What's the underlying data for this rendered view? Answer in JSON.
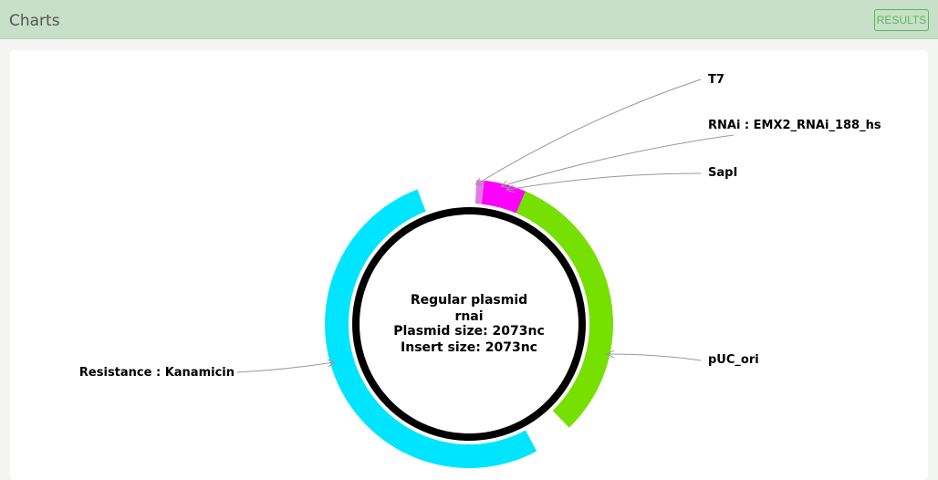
{
  "header": {
    "title": "Charts",
    "results_label": "RESULTS"
  },
  "plasmid": {
    "type_line": "Regular plasmid",
    "name": "rnai",
    "plasmid_size_text": "Plasmid size: 2073nc",
    "insert_size_text": "Insert size: 2073nc",
    "size_nc": 2073
  },
  "features": [
    {
      "label": "T7",
      "start": 3,
      "end": 6,
      "color": "#e07be0"
    },
    {
      "label": "RNAi : EMX2_RNAi_188_hs",
      "start": 6,
      "end": 24,
      "color": "#ff00ff"
    },
    {
      "label": "SapI",
      "start": 24,
      "end": 26,
      "color": "#ffa500"
    },
    {
      "label": "pUC_ori",
      "start": 23,
      "end": 136,
      "color": "#76e000"
    },
    {
      "label": "Resistance : Kanamicin",
      "start": 152,
      "end": 339,
      "color": "#00e5ff"
    }
  ],
  "colors": {
    "backbone": "#000000",
    "header_bg": "#c8dfc8",
    "accent": "#5cb85c"
  }
}
